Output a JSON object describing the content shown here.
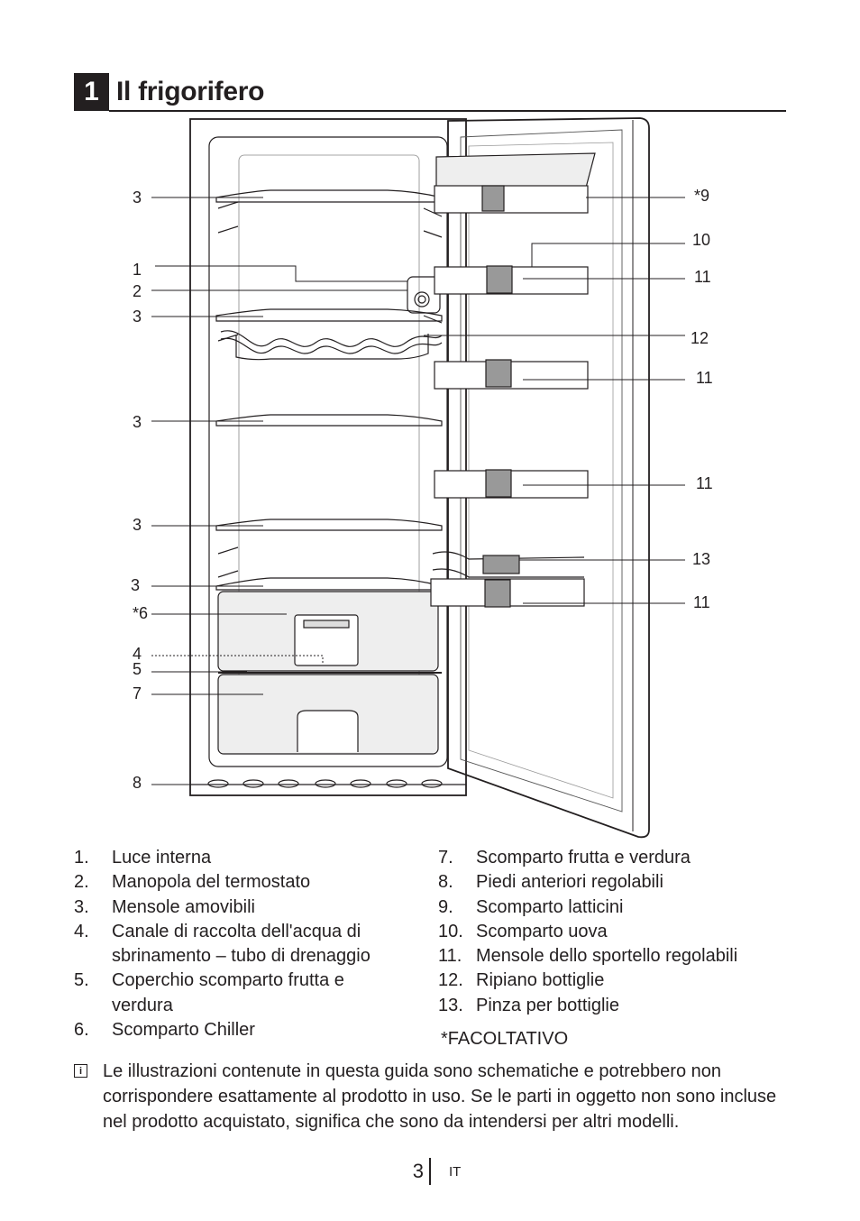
{
  "section": {
    "number": "1",
    "title": "Il frigorifero"
  },
  "diagram": {
    "callouts": {
      "c3a": "3",
      "c1": "1",
      "c2": "2",
      "c3b": "3",
      "c3c": "3",
      "c3d": "3",
      "c3e": "3",
      "c6": "*6",
      "c4": "4",
      "c5": "5",
      "c7": "7",
      "c8": "8",
      "c9": "*9",
      "c10": "10",
      "c11a": "11",
      "c12": "12",
      "c11b": "11",
      "c11c": "11",
      "c13": "13",
      "c11d": "11"
    }
  },
  "legend_left": [
    {
      "num": "1.",
      "text": "Luce interna"
    },
    {
      "num": "2.",
      "text": "Manopola del termostato"
    },
    {
      "num": "3.",
      "text": "Mensole amovibili"
    },
    {
      "num": "4.",
      "text": "Canale di raccolta dell'acqua di sbrinamento – tubo di drenaggio"
    },
    {
      "num": "5.",
      "text": "Coperchio scomparto frutta e verdura"
    },
    {
      "num": "6.",
      "text": "Scomparto Chiller"
    }
  ],
  "legend_right": [
    {
      "num": "7.",
      "text": "Scomparto frutta e verdura"
    },
    {
      "num": "8.",
      "text": "Piedi anteriori regolabili"
    },
    {
      "num": "9.",
      "text": "Scomparto latticini"
    },
    {
      "num": "10.",
      "text": "Scomparto uova"
    },
    {
      "num": "11.",
      "text": "Mensole dello sportello regolabili"
    },
    {
      "num": "12.",
      "text": "Ripiano bottiglie"
    },
    {
      "num": "13.",
      "text": "Pinza per bottiglie"
    }
  ],
  "optional_note": "*FACOLTATIVO",
  "info_note": "Le illustrazioni contenute in questa guida sono schematiche e potrebbero non corrispondere esattamente al prodotto in uso. Se le parti in oggetto non sono incluse nel prodotto acquistato, significa che sono da intendersi per altri modelli.",
  "footer": {
    "page": "3",
    "lang": "IT"
  }
}
